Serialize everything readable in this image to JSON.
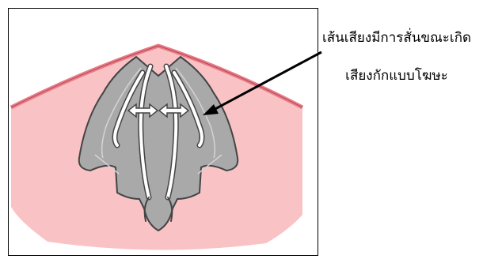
{
  "annotation": {
    "line1": "เส้นเสียงมีการสั่นขณะเกิด",
    "line2": "เสียงกักแบบโฆษะ"
  },
  "colors": {
    "throat_fill": "#f9c3c6",
    "throat_rim": "#e87c86",
    "cartilage_fill": "#a9a9a9",
    "cartilage_outline": "#444444",
    "arrow": "#000000"
  },
  "icons": {
    "vibration": "double-headed-arrow"
  }
}
